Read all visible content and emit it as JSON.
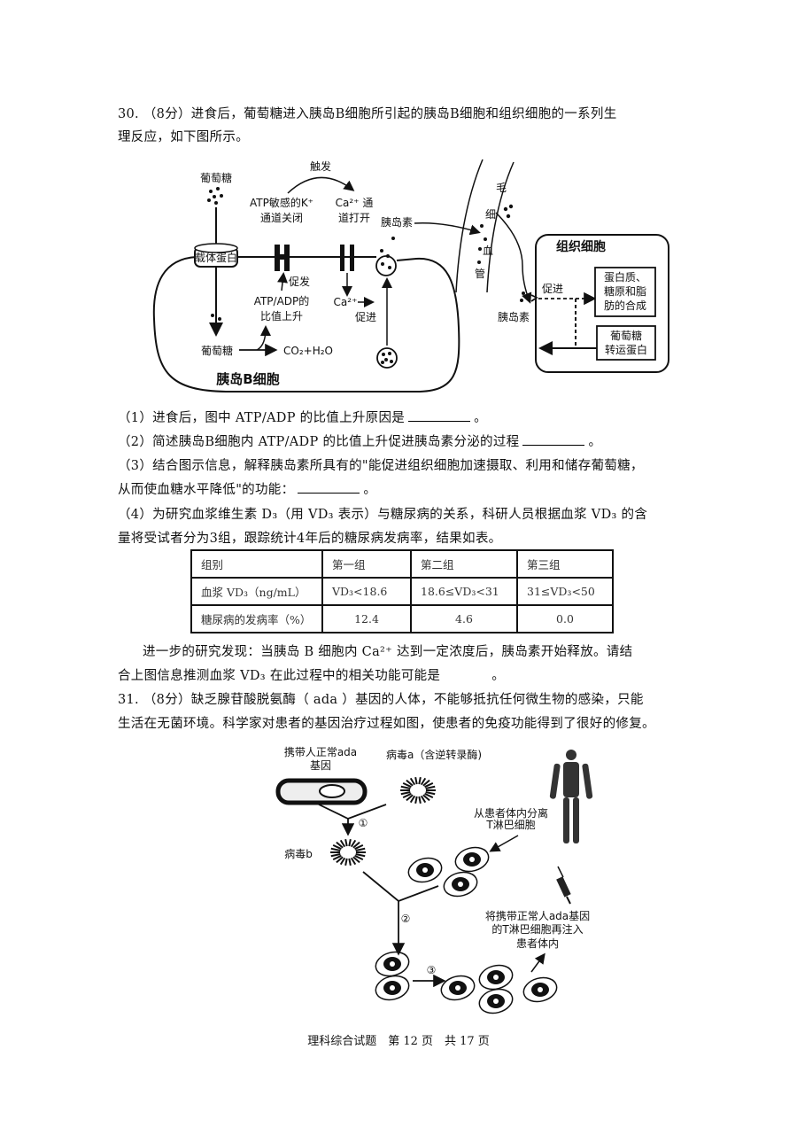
{
  "q30": {
    "stem_line1": "30. （8分）进食后，葡萄糖进入胰岛B细胞所引起的胰岛B细胞和组织细胞的一系列生",
    "stem_line2": "理反应，如下图所示。",
    "diagram": {
      "glucose_top": "葡萄糖",
      "carrier": "载体蛋白",
      "trigger": "触发",
      "k_channel_1": "ATP敏感的K⁺",
      "k_channel_2": "通道关闭",
      "ca_channel_1": "Ca²⁺ 通",
      "ca_channel_2": "道打开",
      "insulin_1": "胰岛素",
      "promote_release": "促发",
      "atp_ratio_1": "ATP/ADP的",
      "atp_ratio_2": "比值上升",
      "ca_ion": "Ca²⁺",
      "promote_1": "促进",
      "glucose_bottom": "葡萄糖",
      "products": "CO₂+H₂O",
      "cell_label": "胰岛B细胞",
      "capillary": [
        "毛",
        "细",
        "血",
        "管"
      ],
      "insulin_2": "胰岛素",
      "tissue_cell": "组织细胞",
      "promote_2": "促进",
      "synthesis": [
        "蛋白质、",
        "糖原和脂",
        "肪的合成"
      ],
      "transporter": [
        "葡萄糖",
        "转运蛋白"
      ]
    },
    "q1": "（1）进食后，图中 ATP/ADP 的比值上升原因是",
    "q2": "（2）简述胰岛B细胞内 ATP/ADP 的比值上升促进胰岛素分泌的过程",
    "q3_line1": "（3）结合图示信息，解释胰岛素所具有的\"能促进组织细胞加速摄取、利用和储存葡萄糖，",
    "q3_line2": "从而使血糖水平降低\"的功能：",
    "q4_line1": "（4）为研究血浆维生素 D₃（用 VD₃ 表示）与糖尿病的关系，科研人员根据血浆 VD₃ 的含",
    "q4_line2": "量将受试者分为3组，跟踪统计4年后的糖尿病发病率，结果如表。",
    "table": {
      "rows": [
        [
          "组别",
          "第一组",
          "第二组",
          "第三组"
        ],
        [
          "血浆 VD₃（ng/mL）",
          "VD₃<18.6",
          "18.6≤VD₃<31",
          "31≤VD₃<50"
        ],
        [
          "糖尿病的发病率（%）",
          "12.4",
          "4.6",
          "0.0"
        ]
      ]
    },
    "further_line1": "进一步的研究发现：当胰岛 B 细胞内 Ca²⁺ 达到一定浓度后，胰岛素开始释放。请结",
    "further_line2": "合上图信息推测血浆 VD₃ 在此过程中的相关功能可能是"
  },
  "q31": {
    "stem_line1": "31. （8分）缺乏腺苷酸脱氨酶（ ada ）基因的人体，不能够抵抗任何微生物的感染，只能",
    "stem_line2": "生活在无菌环境。科学家对患者的基因治疗过程如图，使患者的免疫功能得到了很好的修复。",
    "diagram": {
      "plasmid_1": "携带人正常ada",
      "plasmid_2": "基因",
      "virus_a": "病毒a（含逆转录酶)",
      "step1": "①",
      "virus_b": "病毒b",
      "isolate_1": "从患者体内分离",
      "isolate_2": "T淋巴细胞",
      "step2": "②",
      "step3": "③",
      "inject_1": "将携带正常人ada基因",
      "inject_2": "的T淋巴细胞再注入",
      "inject_3": "患者体内"
    }
  },
  "footer": "理科综合试题　第 12 页　共 17 页"
}
